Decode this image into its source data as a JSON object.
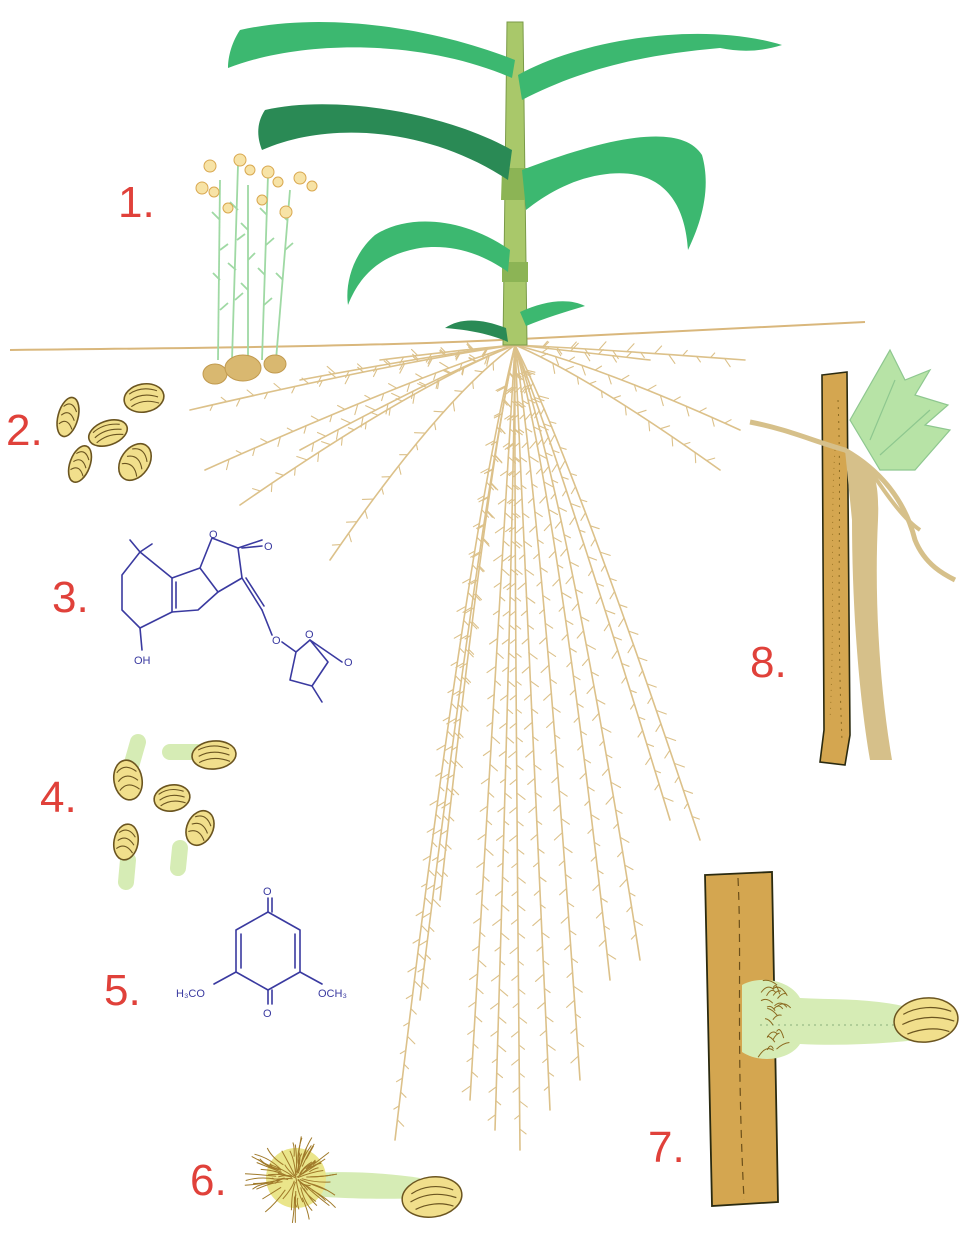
{
  "steps": [
    "1.",
    "2.",
    "3.",
    "4.",
    "5.",
    "6.",
    "7.",
    "8."
  ],
  "chem3": {
    "oh": "OH",
    "o_lactone1": "O",
    "o_carbonyl1": "O",
    "o_ether": "O",
    "o_lactone2": "O",
    "o_carbonyl2": "O"
  },
  "chem5": {
    "o_top": "O",
    "o_bottom": "O",
    "left_group": "H₃CO",
    "right_group": "OCH₃"
  },
  "colors": {
    "label": "#e0413a",
    "chemistry": "#3a3aa0",
    "root": "#dcc18a",
    "soil_line": "#d9b77c",
    "leaf": "#3cb870",
    "leaf_dark": "#2a8a55",
    "stem": "#a9c86a",
    "seed": "#f1df8c",
    "seed_outline": "#6b5520",
    "host_root": "#d4a650",
    "haustorium": "#d6ecb5",
    "shoot_bud": "#b7e3a6"
  },
  "icons": [
    "maize-plant",
    "striga-plant",
    "seed",
    "germinated-seed",
    "haustorium",
    "host-root"
  ]
}
